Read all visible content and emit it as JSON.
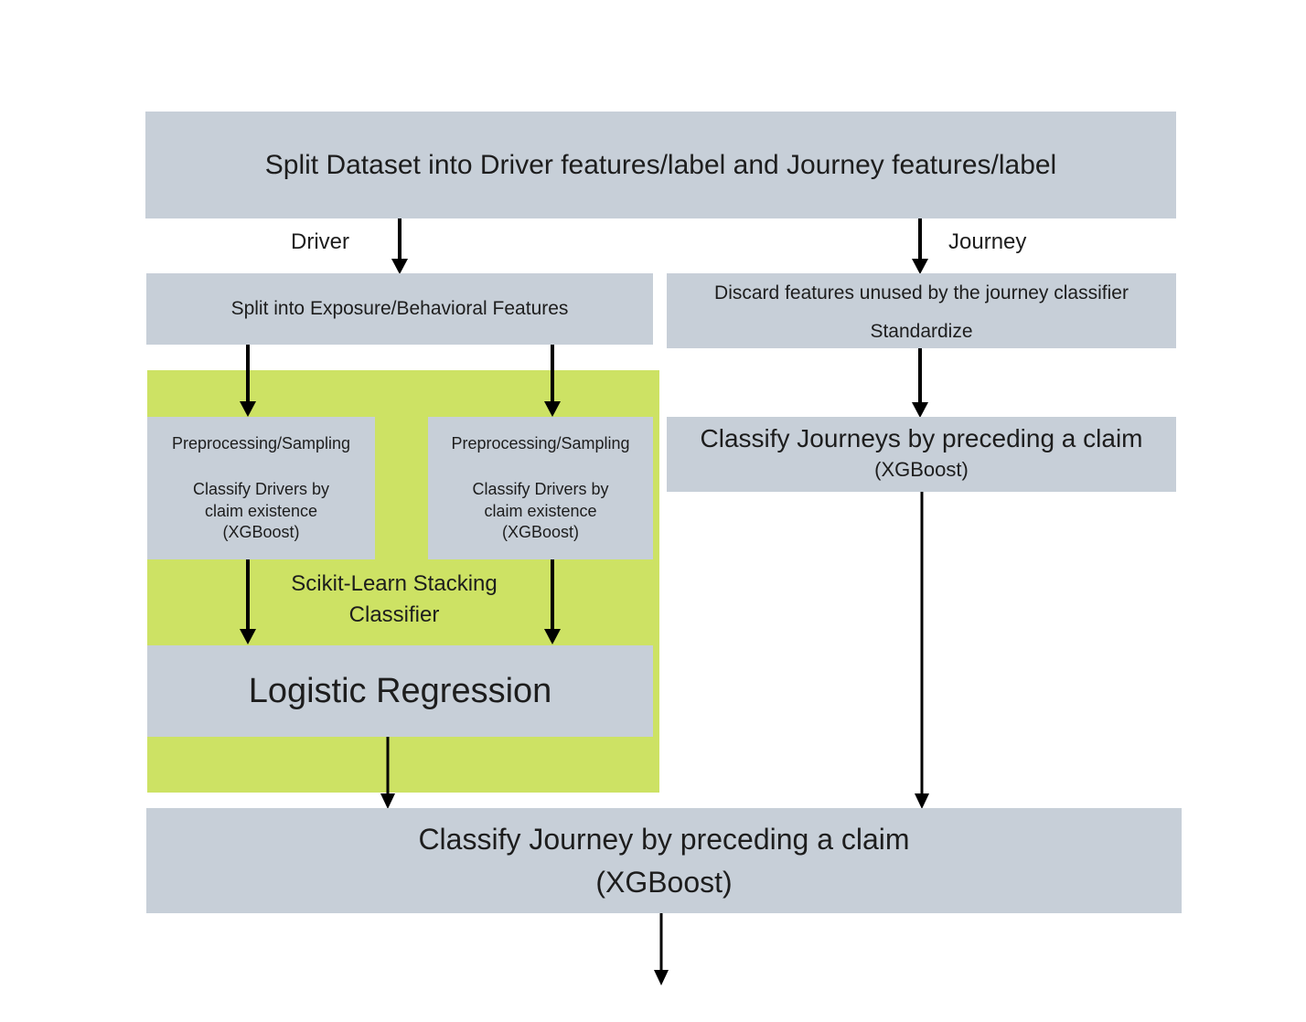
{
  "diagram": {
    "title_box": {
      "text": "Split Dataset into Driver features/label and Journey features/label"
    },
    "branch_labels": {
      "driver": "Driver",
      "journey": "Journey"
    },
    "driver_branch": {
      "split_features": "Split into Exposure/Behavioral Features",
      "stacking_label_line1": "Scikit-Learn Stacking",
      "stacking_label_line2": "Classifier",
      "preprocess_left": {
        "line1": "Preprocessing/Sampling",
        "line2": "Classify Drivers by",
        "line3": "claim existence",
        "line4": "(XGBoost)"
      },
      "preprocess_right": {
        "line1": "Preprocessing/Sampling",
        "line2": "Classify Drivers by",
        "line3": "claim existence",
        "line4": "(XGBoost)"
      },
      "meta_model": "Logistic Regression"
    },
    "journey_branch": {
      "discard_line1": "Discard features unused by the journey classifier",
      "discard_line2": "Standardize",
      "classify_line1": "Classify Journeys by preceding a claim",
      "classify_line2": "(XGBoost)"
    },
    "final_box": {
      "line1": "Classify Journey by preceding a claim",
      "line2": "(XGBoost)"
    },
    "colors": {
      "box_fill": "#c7cfd8",
      "stacking_panel_fill": "#cde264",
      "text": "#1d1d1d",
      "arrow": "#000000",
      "background": "#ffffff"
    }
  }
}
